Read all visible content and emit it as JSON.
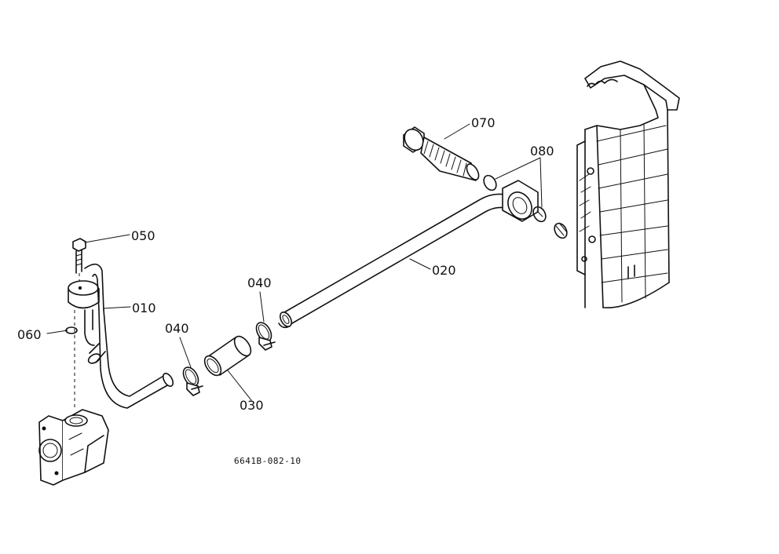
{
  "labels": {
    "p010": "010",
    "p020": "020",
    "p030": "030",
    "p040a": "040",
    "p040b": "040",
    "p050": "050",
    "p060": "060",
    "p070": "070",
    "p080": "080"
  },
  "reference": "6641B-082-10"
}
